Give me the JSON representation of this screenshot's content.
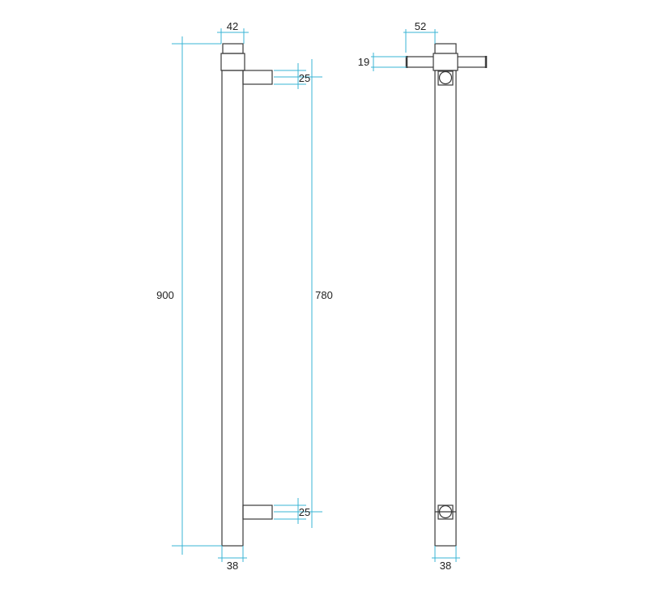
{
  "dimensions": {
    "side_view": {
      "total_height": "900",
      "bracket_spacing": "780",
      "top_width": "42",
      "top_bracket": "25",
      "bottom_bracket": "25",
      "bar_width": "38"
    },
    "front_view": {
      "bracket_offset": "52",
      "rod_diameter": "19",
      "bar_width": "38"
    }
  },
  "colors": {
    "part_line": "#3a3a3a",
    "dimension_line": "#3ab4d4"
  }
}
